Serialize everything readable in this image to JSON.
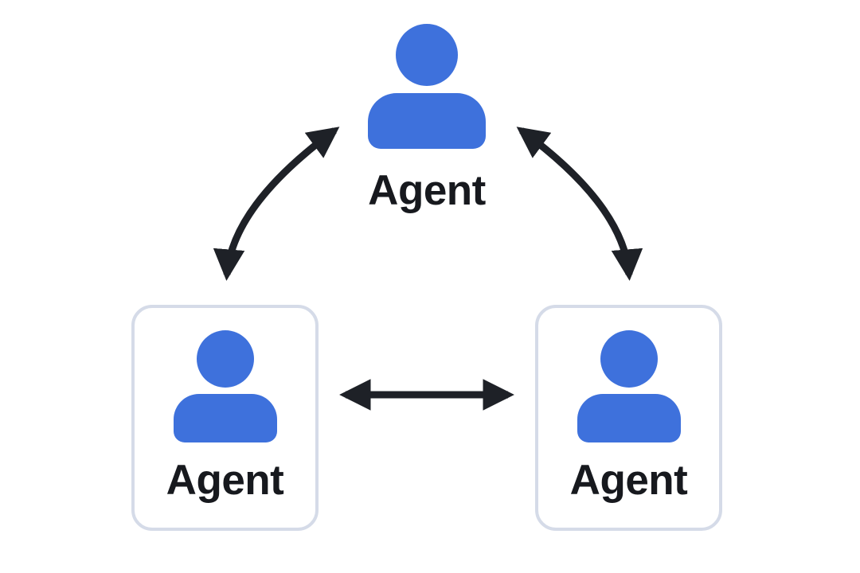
{
  "diagram": {
    "type": "multi-agent-network",
    "nodes": {
      "top": {
        "label": "Agent",
        "icon": "person-icon",
        "boxed": false
      },
      "left": {
        "label": "Agent",
        "icon": "person-icon",
        "boxed": true
      },
      "right": {
        "label": "Agent",
        "icon": "person-icon",
        "boxed": true
      }
    },
    "edges": [
      {
        "from": "top",
        "to": "left",
        "direction": "bidirectional",
        "style": "curved"
      },
      {
        "from": "top",
        "to": "right",
        "direction": "bidirectional",
        "style": "curved"
      },
      {
        "from": "left",
        "to": "right",
        "direction": "bidirectional",
        "style": "straight"
      }
    ],
    "colors": {
      "background": "#FFFFFF",
      "person": "#3E71DC",
      "box_border": "#D5DBE8",
      "box_background": "#FFFFFF",
      "arrow": "#1E2127",
      "label": "#17191E"
    }
  }
}
